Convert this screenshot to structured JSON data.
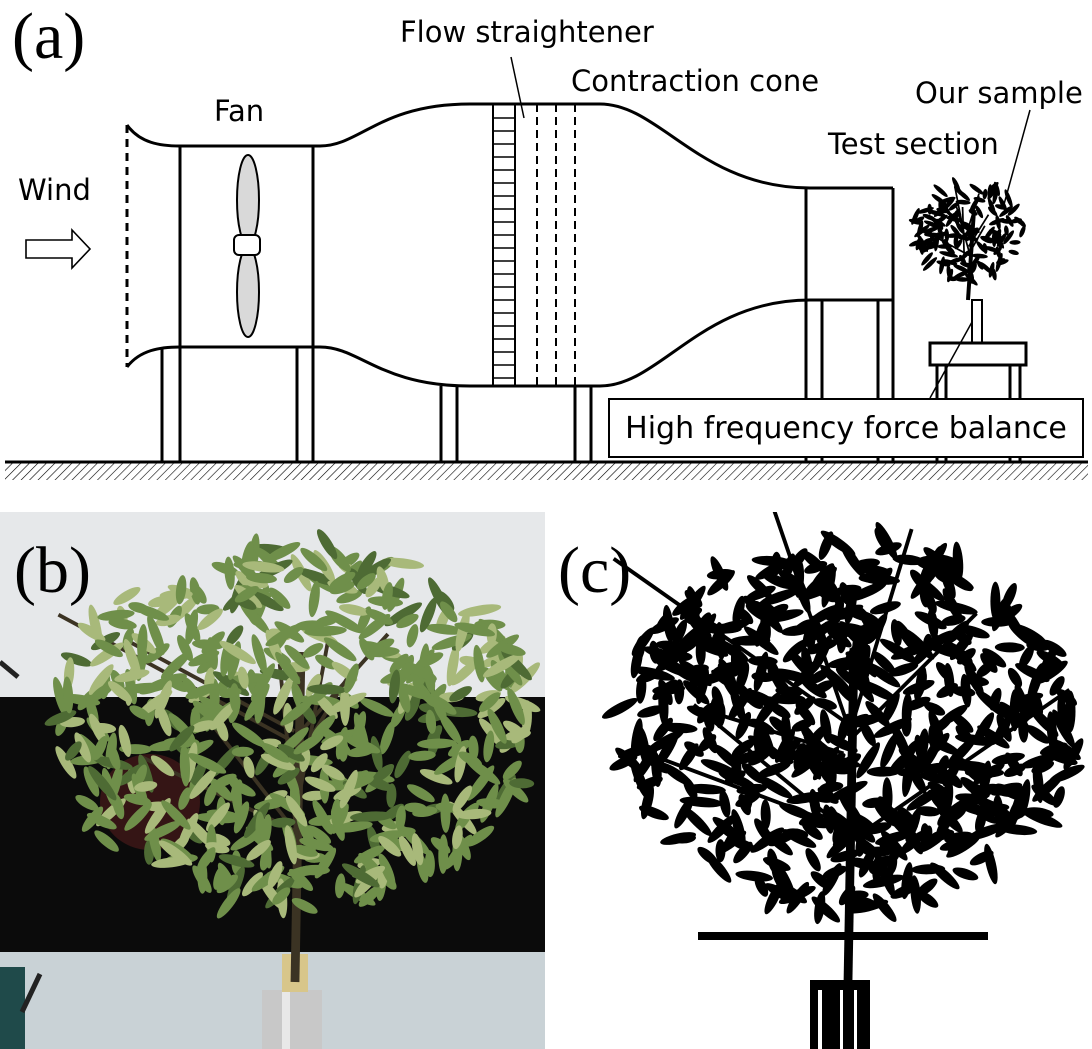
{
  "panels": {
    "a": {
      "label": "(a)"
    },
    "b": {
      "label": "(b)"
    },
    "c": {
      "label": "(c)"
    }
  },
  "labels": {
    "wind": "Wind",
    "fan": "Fan",
    "flow_straightener": "Flow straightener",
    "contraction_cone": "Contraction cone",
    "test_section": "Test section",
    "our_sample": "Our sample",
    "high_frequency_force_balance": "High frequency force balance"
  },
  "colors": {
    "line": "#000000",
    "fan_blade": "#d9d9d9",
    "leaf_green": "#6f8f4a",
    "leaf_light": "#a8b97a",
    "photo_dark": "#0b0b0b",
    "photo_wall": "#e6e8ea",
    "metal": "#c8c8c8"
  }
}
